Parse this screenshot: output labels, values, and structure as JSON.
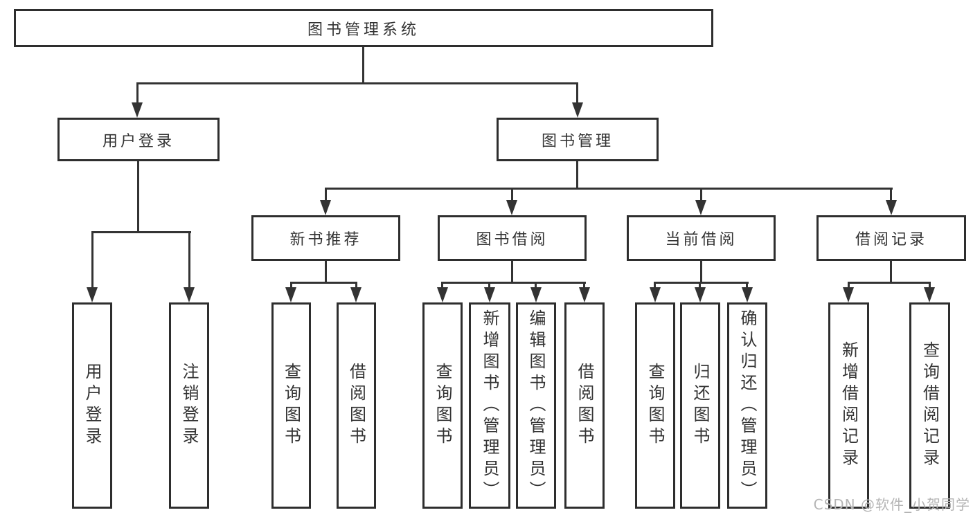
{
  "diagram_title": "图书管理系统",
  "nodes": {
    "root": {
      "label": "图书管理系统"
    },
    "user_login": {
      "label": "用户登录"
    },
    "book_mgmt": {
      "label": "图书管理"
    },
    "new_book_rec": {
      "label": "新书推荐"
    },
    "book_borrow": {
      "label": "图书借阅"
    },
    "current_borrow": {
      "label": "当前借阅"
    },
    "borrow_record": {
      "label": "借阅记录"
    },
    "leaf_user_login": {
      "label": "用户登录"
    },
    "leaf_logout": {
      "label": "注销登录"
    },
    "leaf_query_book_1": {
      "label": "查询图书"
    },
    "leaf_borrow_book_1": {
      "label": "借阅图书"
    },
    "leaf_query_book_2": {
      "label": "查询图书"
    },
    "leaf_add_book": {
      "label": "新增图书（管理员）"
    },
    "leaf_edit_book": {
      "label": "编辑图书（管理员）"
    },
    "leaf_borrow_book_2": {
      "label": "借阅图书"
    },
    "leaf_query_book_3": {
      "label": "查询图书"
    },
    "leaf_return_book": {
      "label": "归还图书"
    },
    "leaf_confirm_return": {
      "label": "确认归还（管理员）"
    },
    "leaf_add_record": {
      "label": "新增借阅记录"
    },
    "leaf_query_record": {
      "label": "查询借阅记录"
    }
  },
  "watermark": "CSDN @软件_小贺同学",
  "colors": {
    "line": "#333333",
    "box_border": "#2e2e2e",
    "text": "#333333",
    "watermark": "#b5b5b5",
    "background": "#ffffff"
  }
}
